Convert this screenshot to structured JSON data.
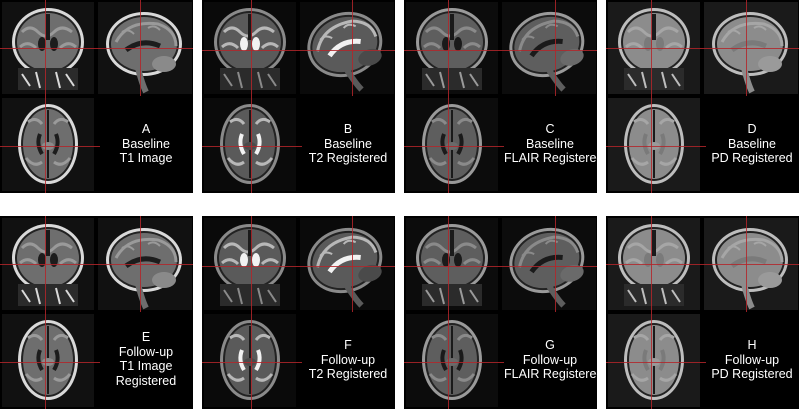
{
  "panels": [
    {
      "letter": "A",
      "lines": [
        "Baseline",
        "T1 Image"
      ],
      "modality": "T1"
    },
    {
      "letter": "B",
      "lines": [
        "Baseline",
        "T2 Registered"
      ],
      "modality": "T2"
    },
    {
      "letter": "C",
      "lines": [
        "Baseline",
        "FLAIR Registered"
      ],
      "modality": "FLAIR"
    },
    {
      "letter": "D",
      "lines": [
        "Baseline",
        "PD Registered"
      ],
      "modality": "PD"
    },
    {
      "letter": "E",
      "lines": [
        "Follow-up",
        "T1 Image",
        "Registered"
      ],
      "modality": "T1"
    },
    {
      "letter": "F",
      "lines": [
        "Follow-up",
        "T2 Registered"
      ],
      "modality": "T2"
    },
    {
      "letter": "G",
      "lines": [
        "Follow-up",
        "FLAIR Registered"
      ],
      "modality": "FLAIR"
    },
    {
      "letter": "H",
      "lines": [
        "Follow-up",
        "PD Registered"
      ],
      "modality": "PD"
    }
  ],
  "colors": {
    "background": "#000000",
    "crosshair": "#b3262a",
    "caption_text": "#ffffff"
  }
}
